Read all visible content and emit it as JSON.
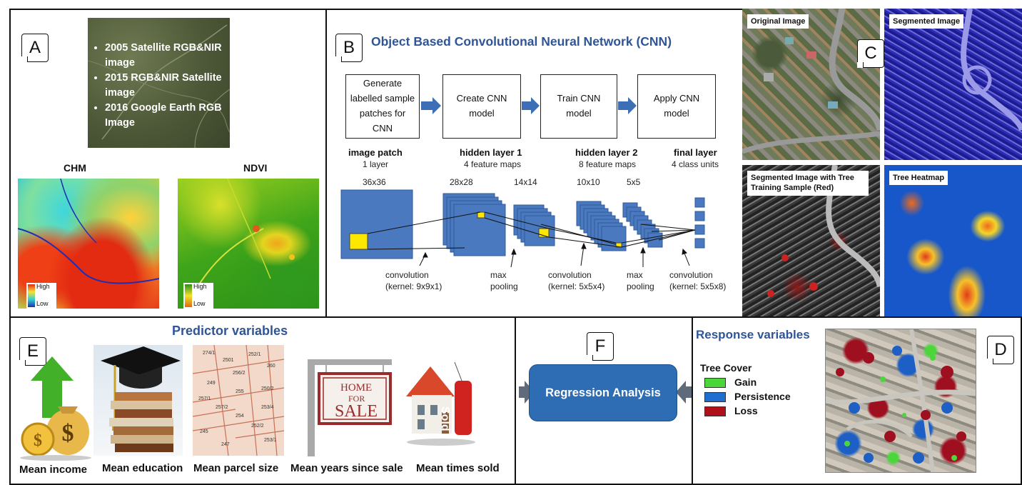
{
  "panel_a": {
    "tag": "A",
    "bullets": [
      "2005 Satellite RGB&NIR image",
      "2015 RGB&NIR Satellite image",
      "2016 Google Earth RGB Image"
    ],
    "chm_title": "CHM",
    "ndvi_title": "NDVI",
    "legend_high": "High",
    "legend_low": "Low"
  },
  "panel_b": {
    "tag": "B",
    "title": "Object Based Convolutional Neural Network (CNN)",
    "steps": [
      "Generate labelled sample patches for CNN",
      "Create CNN model",
      "Train CNN model",
      "Apply CNN model"
    ],
    "layers": [
      {
        "name": "image patch",
        "desc": "1 layer"
      },
      {
        "name": "hidden layer 1",
        "desc": "4 feature maps"
      },
      {
        "name": "hidden layer 2",
        "desc": "8 feature maps"
      },
      {
        "name": "final layer",
        "desc": "4 class units"
      }
    ],
    "sizes": [
      "36x36",
      "28x28",
      "14x14",
      "10x10",
      "5x5"
    ],
    "ops": [
      {
        "op": "convolution",
        "detail": "(kernel: 9x9x1)"
      },
      {
        "op": "max",
        "detail": "pooling"
      },
      {
        "op": "convolution",
        "detail": "(kernel: 5x5x4)"
      },
      {
        "op": "max",
        "detail": "pooling"
      },
      {
        "op": "convolution",
        "detail": "(kernel: 5x5x8)"
      }
    ]
  },
  "panel_c": {
    "tag": "C",
    "labels": [
      "Original Image",
      "Segmented Image",
      "Segmented Image with Tree Training Sample (Red)",
      "Tree Heatmap"
    ]
  },
  "panel_e": {
    "tag": "E",
    "title": "Predictor variables",
    "items": [
      "Mean income",
      "Mean education",
      "Mean parcel size",
      "Mean years since sale",
      "Mean times sold"
    ],
    "sign_home": "HOME",
    "sign_for": "FOR",
    "sign_sale": "SALE",
    "sold_tag": "Sold",
    "parcel_numbers": [
      "274/1",
      "2501",
      "252/1",
      "260",
      "256/2",
      "249",
      "257/1",
      "255",
      "257/2",
      "250/2",
      "254",
      "253/4",
      "252/2",
      "245",
      "247",
      "253/1"
    ]
  },
  "panel_f": {
    "tag": "F",
    "box_label": "Regression Analysis"
  },
  "panel_d": {
    "tag": "D",
    "title": "Response variables",
    "legend_title": "Tree Cover",
    "legend": [
      {
        "label": "Gain",
        "color": "#4bd63a"
      },
      {
        "label": "Persistence",
        "color": "#1f6fd1"
      },
      {
        "label": "Loss",
        "color": "#b0101a"
      }
    ]
  },
  "colors": {
    "accent_blue": "#2f5597",
    "cnn_blue": "#4a79c0",
    "arrow_blue": "#3d6fb6",
    "regression_fill": "#2e6db4"
  }
}
